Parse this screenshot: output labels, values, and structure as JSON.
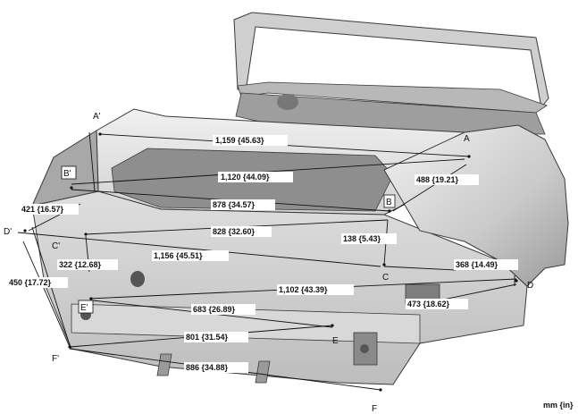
{
  "points": {
    "A": "A",
    "A_prime": "A'",
    "B": "B",
    "B_prime": "B'",
    "C": "C",
    "C_prime": "C'",
    "D": "D",
    "D_prime": "D'",
    "E": "E",
    "E_prime": "E'",
    "F": "F",
    "F_prime": "F'"
  },
  "dimensions": {
    "d1159": "1,159 {45.63}",
    "d1120": "1,120 {44.09}",
    "d488": "488 {19.21}",
    "d878": "878 {34.57}",
    "d421": "421 {16.57}",
    "d828": "828 {32.60}",
    "d138": "138 {5.43}",
    "d1156": "1,156 {45.51}",
    "d322": "322 {12.68}",
    "d368": "368 {14.49}",
    "d450": "450 {17.72}",
    "d1102": "1,102 {43.39}",
    "d473": "473 {18.62}",
    "d683": "683 {26.89}",
    "d801": "801 {31.54}",
    "d886": "886 {34.88}"
  },
  "units": "mm {in}",
  "colors": {
    "body_light": "#e6e6e6",
    "body_mid": "#c4c4c4",
    "body_dark": "#8c8c8c",
    "outline": "#3a3a3a",
    "dimension_line": "#111111"
  }
}
